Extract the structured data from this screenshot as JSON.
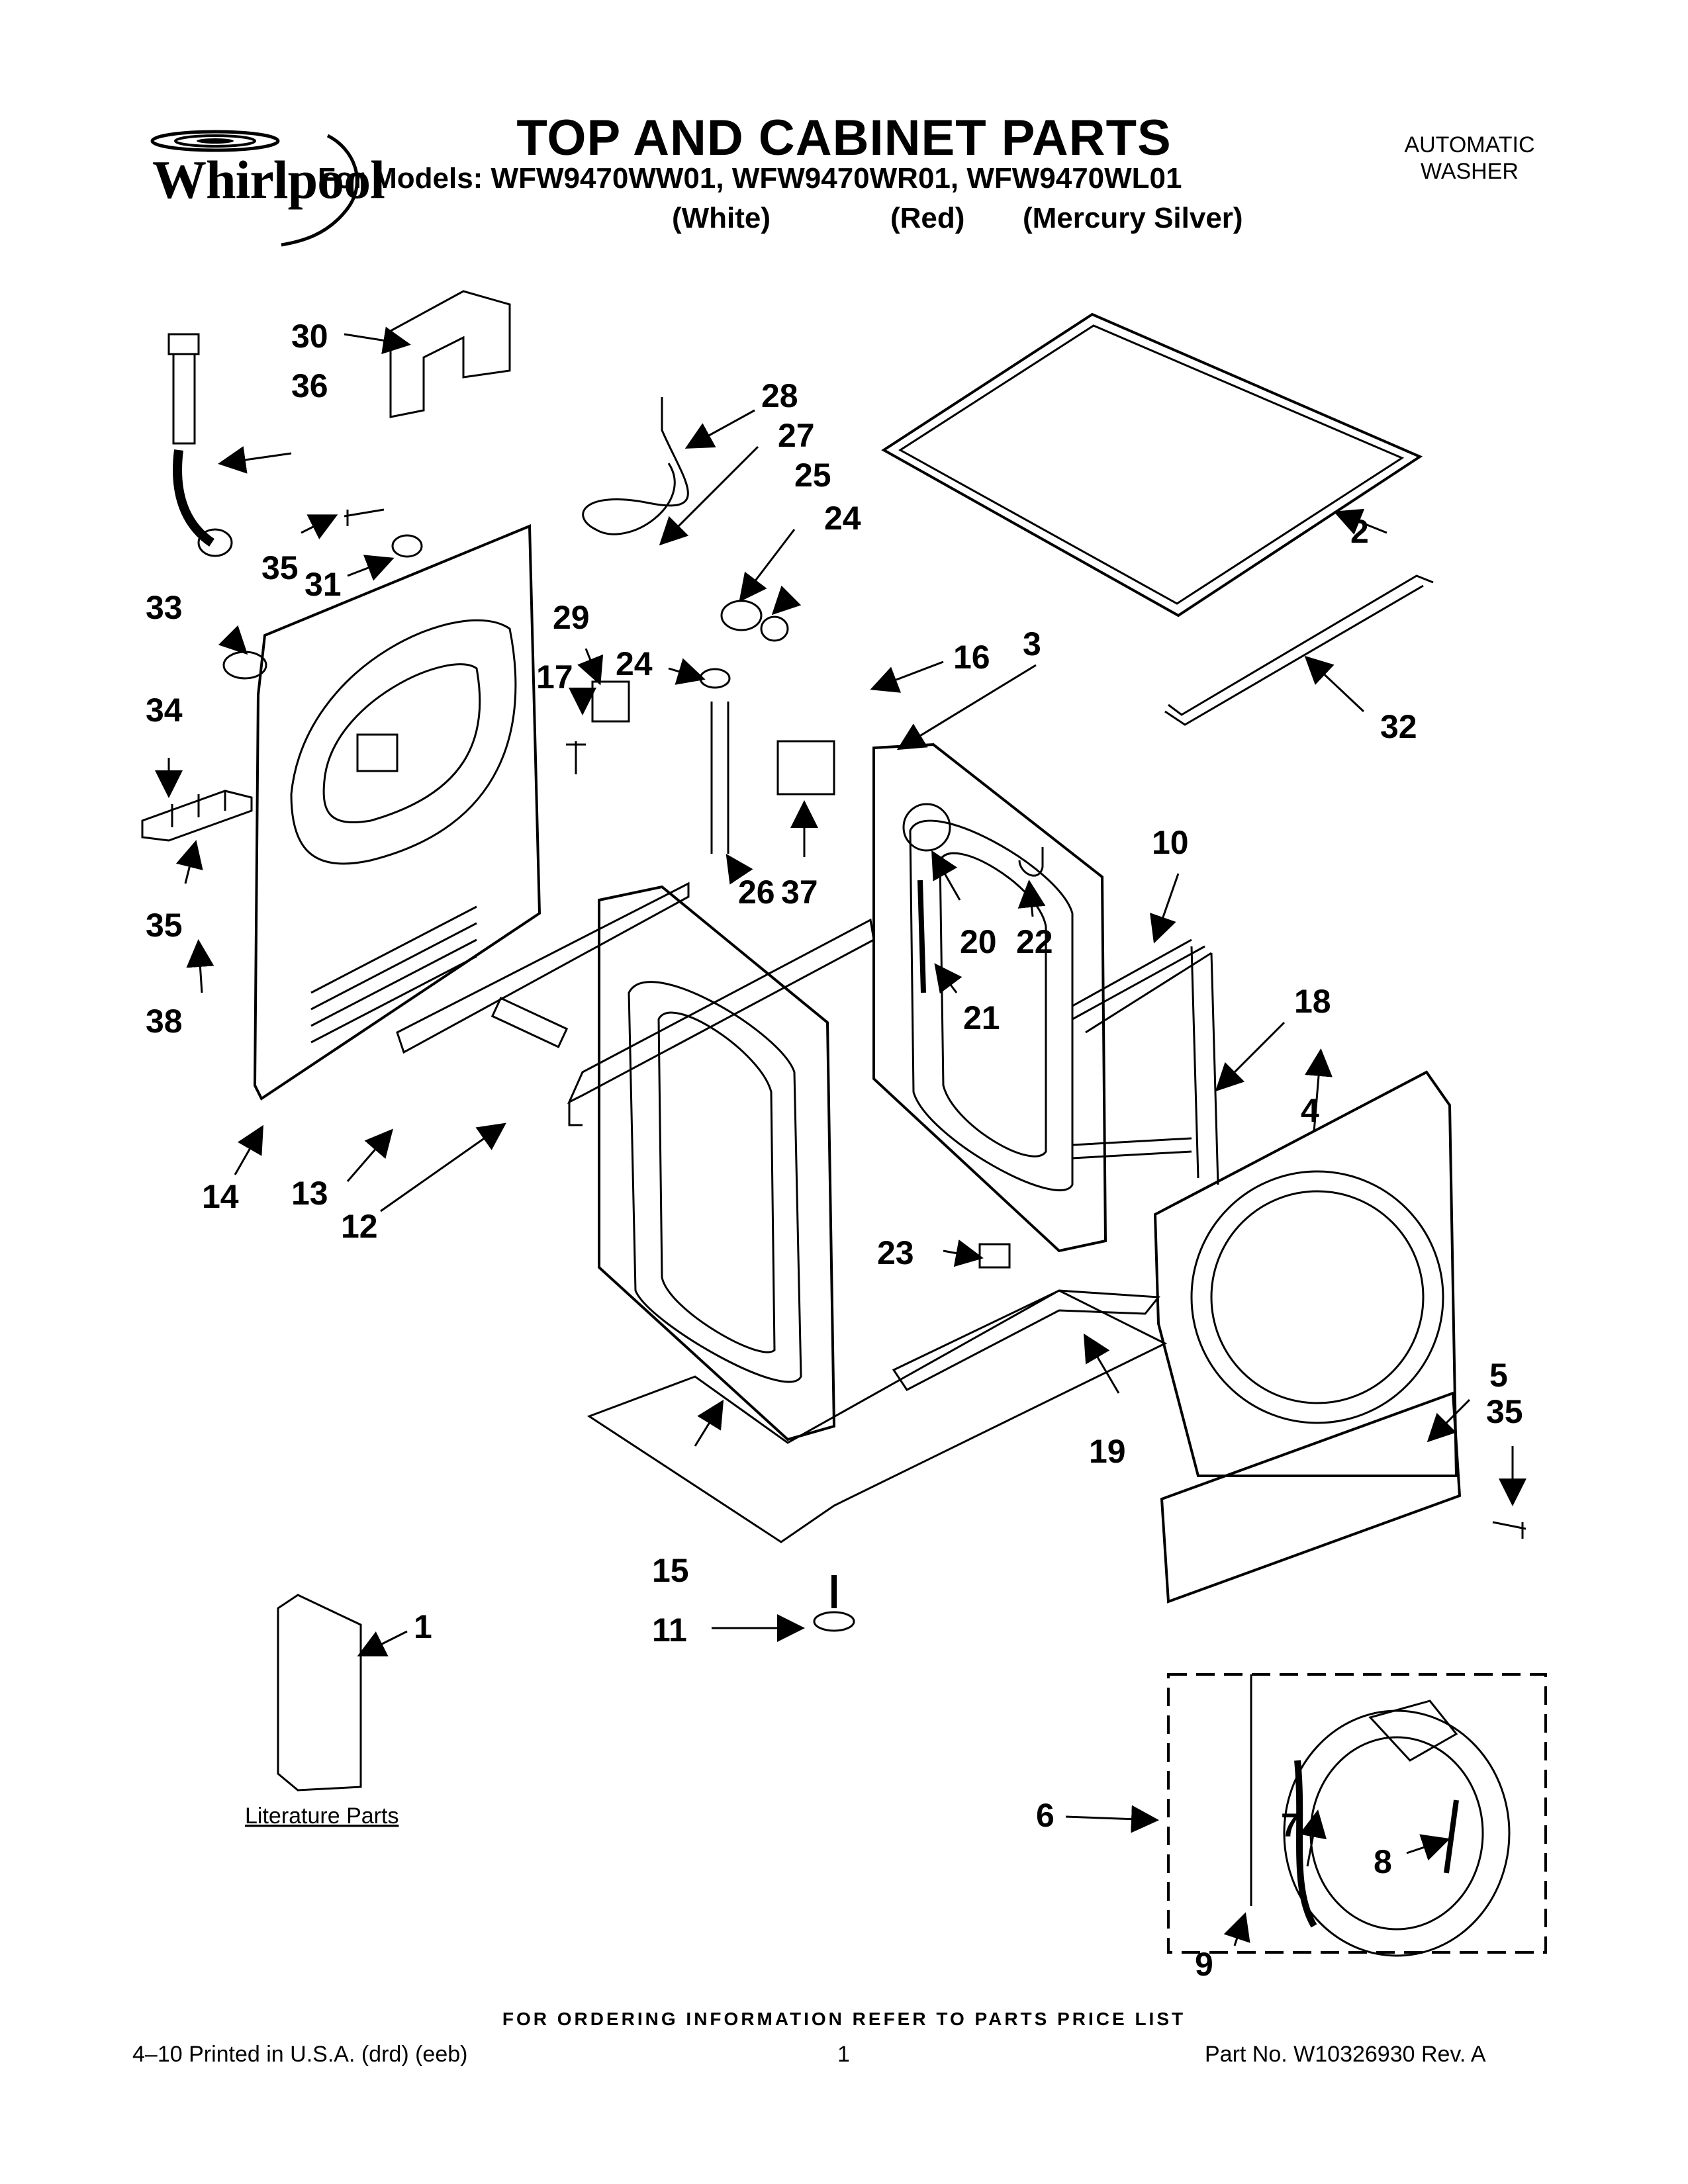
{
  "header": {
    "brand": "Whirlpool",
    "title": "TOP AND CABINET PARTS",
    "models_line": "For Models: WFW9470WW01, WFW9470WR01, WFW9470WL01",
    "variants": [
      "(White)",
      "(Red)",
      "(Mercury Silver)"
    ],
    "appliance_type": [
      "AUTOMATIC",
      "WASHER"
    ]
  },
  "callouts": [
    "1",
    "2",
    "3",
    "4",
    "5",
    "6",
    "7",
    "8",
    "9",
    "10",
    "11",
    "12",
    "13",
    "14",
    "15",
    "16",
    "17",
    "18",
    "19",
    "20",
    "21",
    "22",
    "23",
    "24",
    "25",
    "26",
    "27",
    "28",
    "29",
    "30",
    "31",
    "32",
    "33",
    "34",
    "35",
    "36",
    "37",
    "38"
  ],
  "literature_label": "Literature Parts",
  "footer": {
    "ordering_note": "FOR ORDERING INFORMATION REFER TO PARTS PRICE LIST",
    "print_info": "4–10 Printed in U.S.A. (drd) (eeb)",
    "page_number": "1",
    "part_number": "Part No. W10326930 Rev. A"
  }
}
